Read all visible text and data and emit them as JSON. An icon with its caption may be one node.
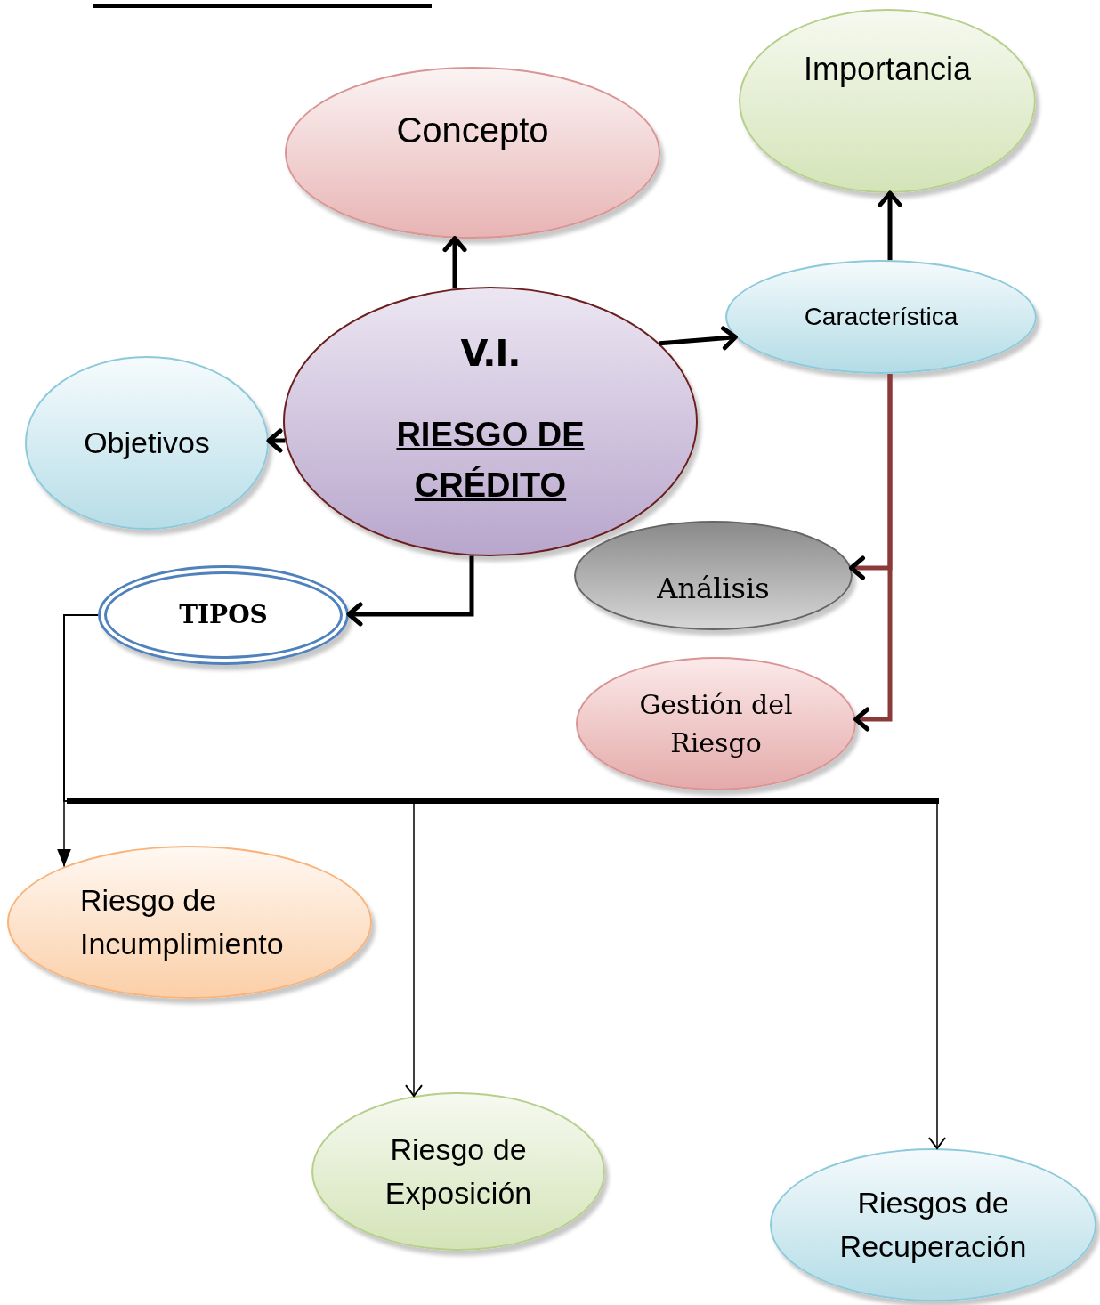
{
  "diagram": {
    "nodes": [
      {
        "text": [
          "Concepto"
        ]
      },
      {
        "text": [
          "Importancia"
        ]
      },
      {
        "text": [
          "V.I.",
          "RIESGO DE CRÉDITO"
        ]
      },
      {
        "text": [
          "Característica"
        ]
      },
      {
        "text": [
          "Objetivos"
        ]
      },
      {
        "text": [
          "Análisis"
        ]
      },
      {
        "text": [
          "TIPOS"
        ]
      },
      {
        "text": [
          "Gestión del Riesgo"
        ]
      },
      {
        "text": [
          "Riesgo de Incumplimiento"
        ]
      },
      {
        "text": [
          "Riesgo de Exposición"
        ]
      },
      {
        "text": [
          "Riesgos de Recuperación"
        ]
      }
    ],
    "edges": [
      {
        "from": 2,
        "to": 0,
        "arrow": "to"
      },
      {
        "from": 2,
        "to": 3,
        "arrow": "to"
      },
      {
        "from": 2,
        "to": 4,
        "arrow": "to"
      },
      {
        "from": 2,
        "to": 6,
        "arrow": "to"
      },
      {
        "from": 3,
        "to": 1,
        "arrow": "to"
      },
      {
        "from": 3,
        "to": 5,
        "arrow": "to",
        "color": "#8b3a3a"
      },
      {
        "from": 3,
        "to": 7,
        "arrow": "to",
        "color": "#8b3a3a"
      },
      {
        "from": 6,
        "to": 8,
        "arrow": "to"
      },
      {
        "from": 6,
        "to": 9,
        "arrow": "to"
      },
      {
        "from": 6,
        "to": 10,
        "arrow": "to"
      }
    ]
  }
}
